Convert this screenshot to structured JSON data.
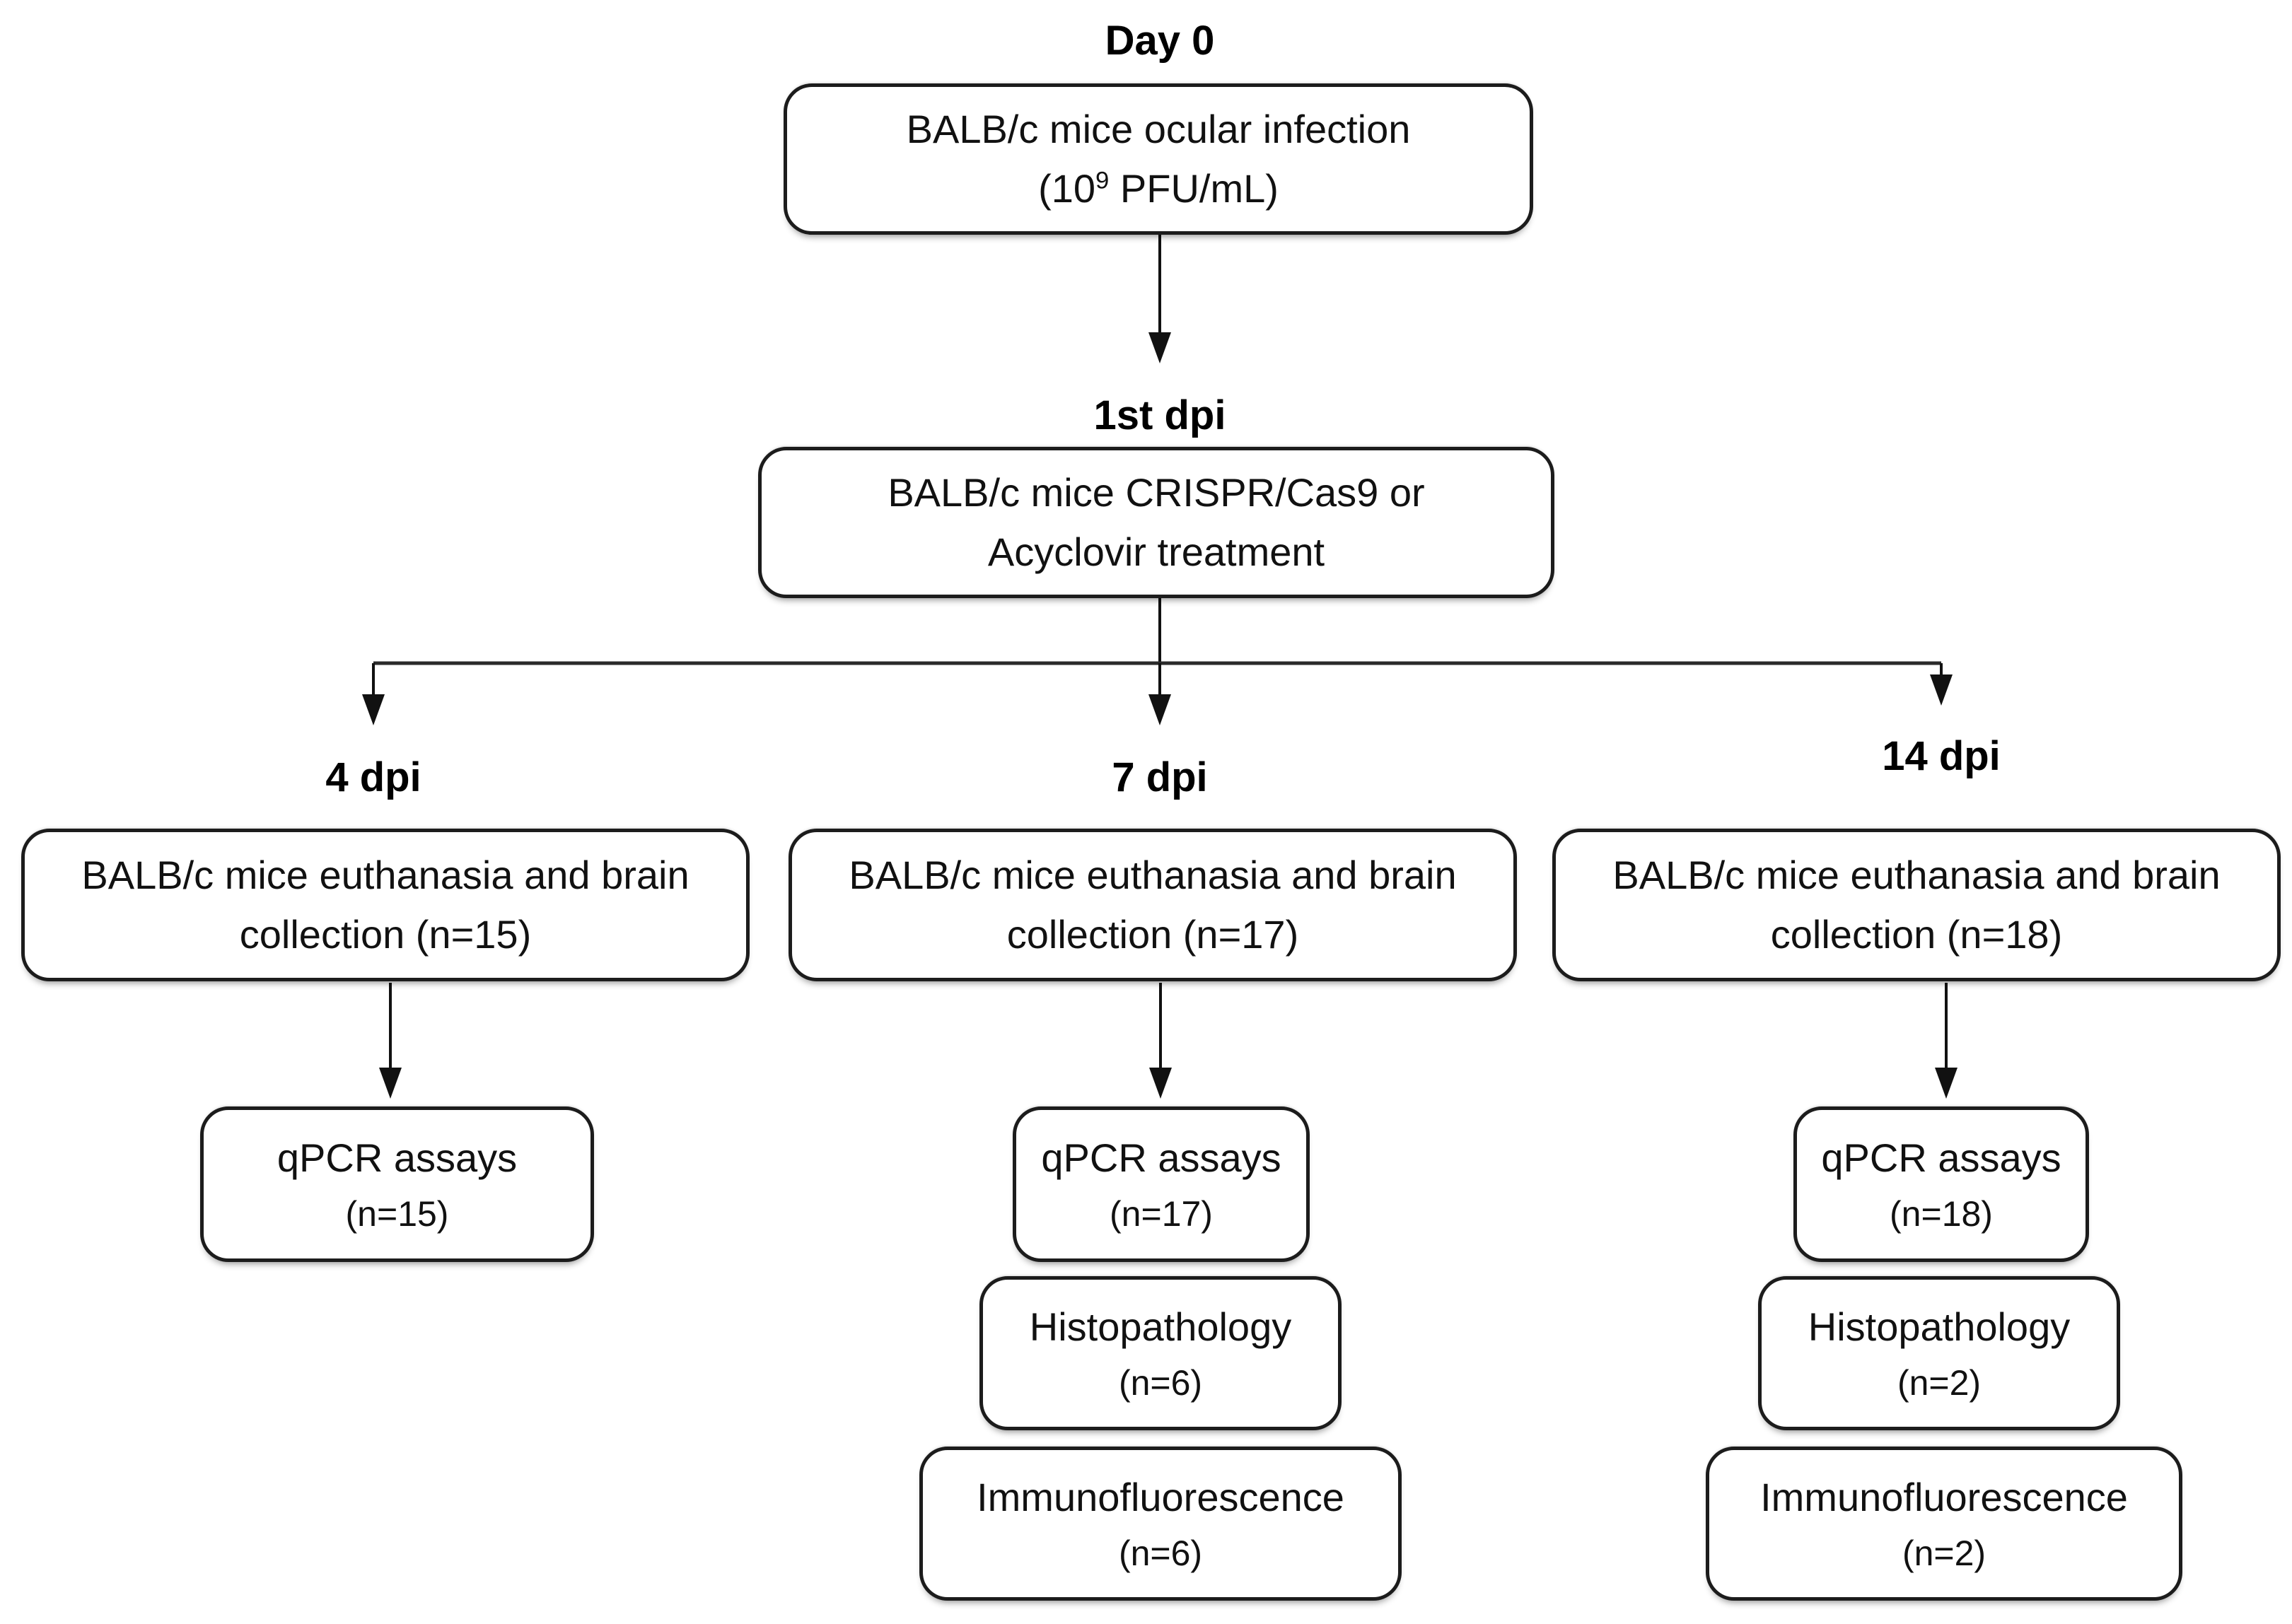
{
  "style": {
    "ink_color": "#1c1c1c",
    "paper_color": "#ffffff"
  },
  "flowchart": {
    "stage_day0": {
      "label": "Day 0",
      "box": {
        "line1": "BALB/c mice ocular infection",
        "dose_prefix": "(10",
        "dose_exponent": "9",
        "dose_suffix": " PFU/mL)"
      }
    },
    "stage_1dpi": {
      "label": "1st dpi",
      "box": {
        "line1": "BALB/c mice CRISPR/Cas9 or",
        "line2": "Acyclovir treatment"
      }
    },
    "branches": [
      {
        "label": "4 dpi",
        "collection_box": {
          "line1": "BALB/c mice euthanasia and brain",
          "line2": "collection (n=15)"
        },
        "assay_boxes": [
          {
            "name": "qPCR assays",
            "count": "(n=15)"
          }
        ]
      },
      {
        "label": "7 dpi",
        "collection_box": {
          "line1": "BALB/c mice euthanasia and brain",
          "line2": "collection (n=17)"
        },
        "assay_boxes": [
          {
            "name": "qPCR assays",
            "count": "(n=17)"
          },
          {
            "name": "Histopathology",
            "count": "(n=6)"
          },
          {
            "name": "Immunofluorescence",
            "count": "(n=6)"
          }
        ]
      },
      {
        "label": "14 dpi",
        "collection_box": {
          "line1": "BALB/c mice euthanasia and brain",
          "line2": "collection (n=18)"
        },
        "assay_boxes": [
          {
            "name": "qPCR assays",
            "count": "(n=18)"
          },
          {
            "name": "Histopathology",
            "count": "(n=2)"
          },
          {
            "name": "Immunofluorescence",
            "count": "(n=2)"
          }
        ]
      }
    ]
  }
}
